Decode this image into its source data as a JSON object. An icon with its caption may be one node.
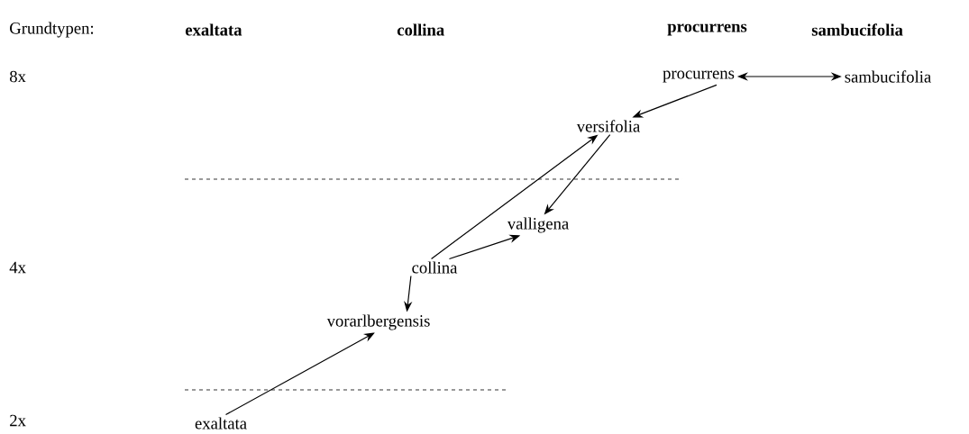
{
  "diagram": {
    "nodes": [
      {
        "text": [
          "procurrens"
        ]
      },
      {
        "text": [
          "sambucifolia"
        ]
      },
      {
        "text": [
          "versifolia"
        ]
      },
      {
        "text": [
          "valligena"
        ]
      },
      {
        "text": [
          "collina"
        ]
      },
      {
        "text": [
          "vorarlbergensis"
        ]
      },
      {
        "text": [
          "exaltata"
        ]
      }
    ],
    "edges": [
      {
        "from": 0,
        "to": 1,
        "arrow": "both"
      },
      {
        "from": 0,
        "to": 2,
        "arrow": "to"
      },
      {
        "from": 2,
        "to": 3,
        "arrow": "to"
      },
      {
        "from": 4,
        "to": 2,
        "arrow": "to"
      },
      {
        "from": 4,
        "to": 3,
        "arrow": "to"
      },
      {
        "from": 4,
        "to": 5,
        "arrow": "to"
      },
      {
        "from": 6,
        "to": 5,
        "arrow": "to"
      }
    ],
    "labels": [
      "Grundtypen:",
      "**exaltata**",
      "**collina**",
      "**procurrens**",
      "**sambucifolia**",
      "8x",
      "4x",
      "2x"
    ]
  }
}
